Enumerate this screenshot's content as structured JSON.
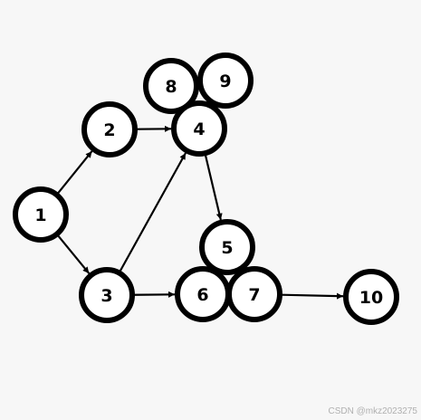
{
  "colors": {
    "background": "#f7f7f7",
    "node_stroke": "#000000",
    "node_fill": "#ffffff",
    "edge": "#000000"
  },
  "graph": {
    "nodes": [
      {
        "id": "1",
        "label": "1"
      },
      {
        "id": "2",
        "label": "2"
      },
      {
        "id": "3",
        "label": "3"
      },
      {
        "id": "4",
        "label": "4"
      },
      {
        "id": "5",
        "label": "5"
      },
      {
        "id": "6",
        "label": "6"
      },
      {
        "id": "7",
        "label": "7"
      },
      {
        "id": "8",
        "label": "8"
      },
      {
        "id": "9",
        "label": "9"
      },
      {
        "id": "10",
        "label": "10"
      }
    ],
    "edges": [
      {
        "from": "1",
        "to": "2"
      },
      {
        "from": "1",
        "to": "3"
      },
      {
        "from": "2",
        "to": "4"
      },
      {
        "from": "3",
        "to": "4"
      },
      {
        "from": "3",
        "to": "6"
      },
      {
        "from": "4",
        "to": "5"
      },
      {
        "from": "7",
        "to": "10"
      }
    ]
  },
  "watermark": "CSDN @mkz2023275"
}
